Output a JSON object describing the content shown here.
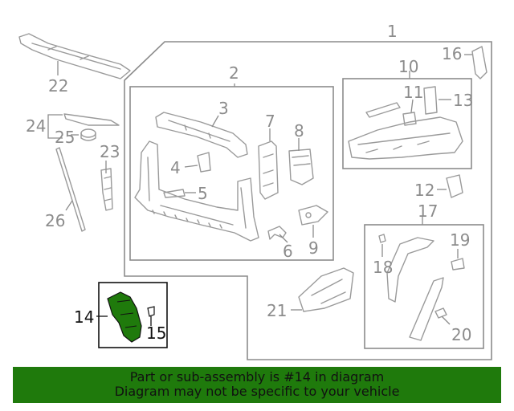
{
  "colors": {
    "highlight": "#1f7a0c",
    "line": "#8c8c8c"
  },
  "callouts": {
    "c1": "1",
    "c2": "2",
    "c3": "3",
    "c4": "4",
    "c5": "5",
    "c6": "6",
    "c7": "7",
    "c8": "8",
    "c9": "9",
    "c10": "10",
    "c11": "11",
    "c12": "12",
    "c13": "13",
    "c14": "14",
    "c15": "15",
    "c16": "16",
    "c17": "17",
    "c18": "18",
    "c19": "19",
    "c20": "20",
    "c21": "21",
    "c22": "22",
    "c23": "23",
    "c24": "24",
    "c25": "25",
    "c26": "26"
  },
  "banner": {
    "line1": "Part or sub-assembly is #14 in diagram",
    "line2": "Diagram may not be specific to your vehicle"
  }
}
